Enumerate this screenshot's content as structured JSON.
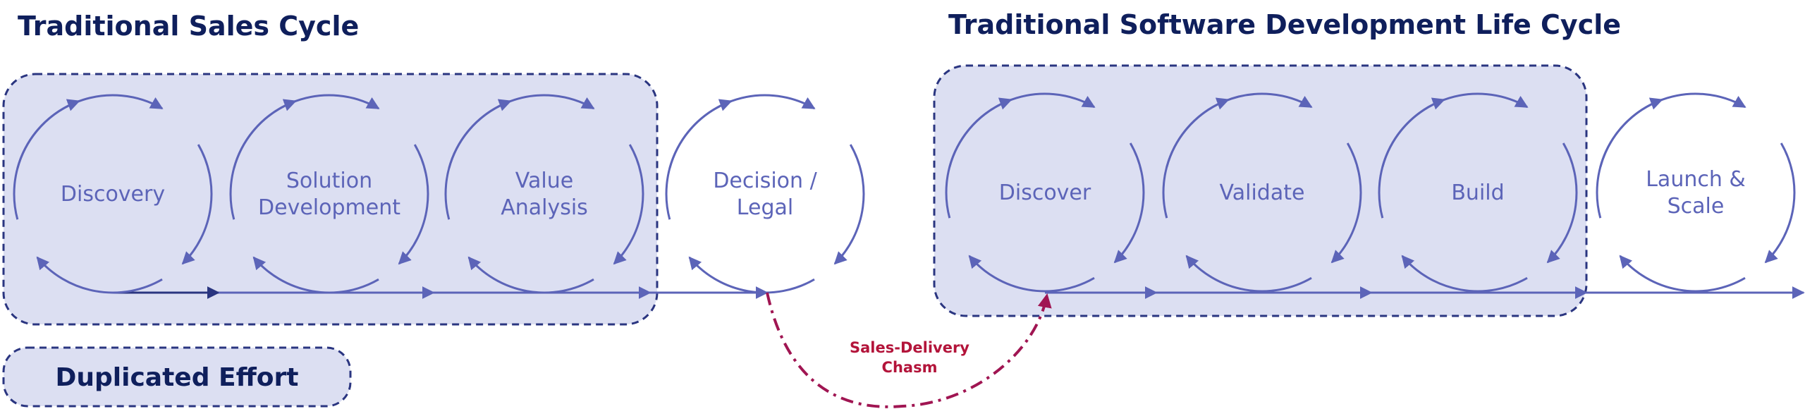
{
  "colors": {
    "title": "#0f1f5c",
    "stage": "#5c64b8",
    "group_fill": "#dcdff2",
    "group_border": "#2a3580",
    "chasm": "#b3143a",
    "chasm_line": "#a01552",
    "dark_arrow": "#2a3580",
    "background": "#ffffff"
  },
  "sales_cycle": {
    "title": "Traditional Sales Cycle",
    "stages": [
      {
        "id": "discovery",
        "lines": [
          "Discovery"
        ]
      },
      {
        "id": "solution-development",
        "lines": [
          "Solution",
          "Development"
        ]
      },
      {
        "id": "value-analysis",
        "lines": [
          "Value",
          "Analysis"
        ]
      },
      {
        "id": "decision-legal",
        "lines": [
          "Decision /",
          "Legal"
        ]
      }
    ]
  },
  "sdlc": {
    "title": "Traditional Software Development Life Cycle",
    "stages": [
      {
        "id": "discover",
        "lines": [
          "Discover"
        ]
      },
      {
        "id": "validate",
        "lines": [
          "Validate"
        ]
      },
      {
        "id": "build",
        "lines": [
          "Build"
        ]
      },
      {
        "id": "launch-scale",
        "lines": [
          "Launch &",
          "Scale"
        ]
      }
    ]
  },
  "legend": {
    "label": "Duplicated Effort"
  },
  "chasm": {
    "lines": [
      "Sales-Delivery",
      "Chasm"
    ]
  }
}
